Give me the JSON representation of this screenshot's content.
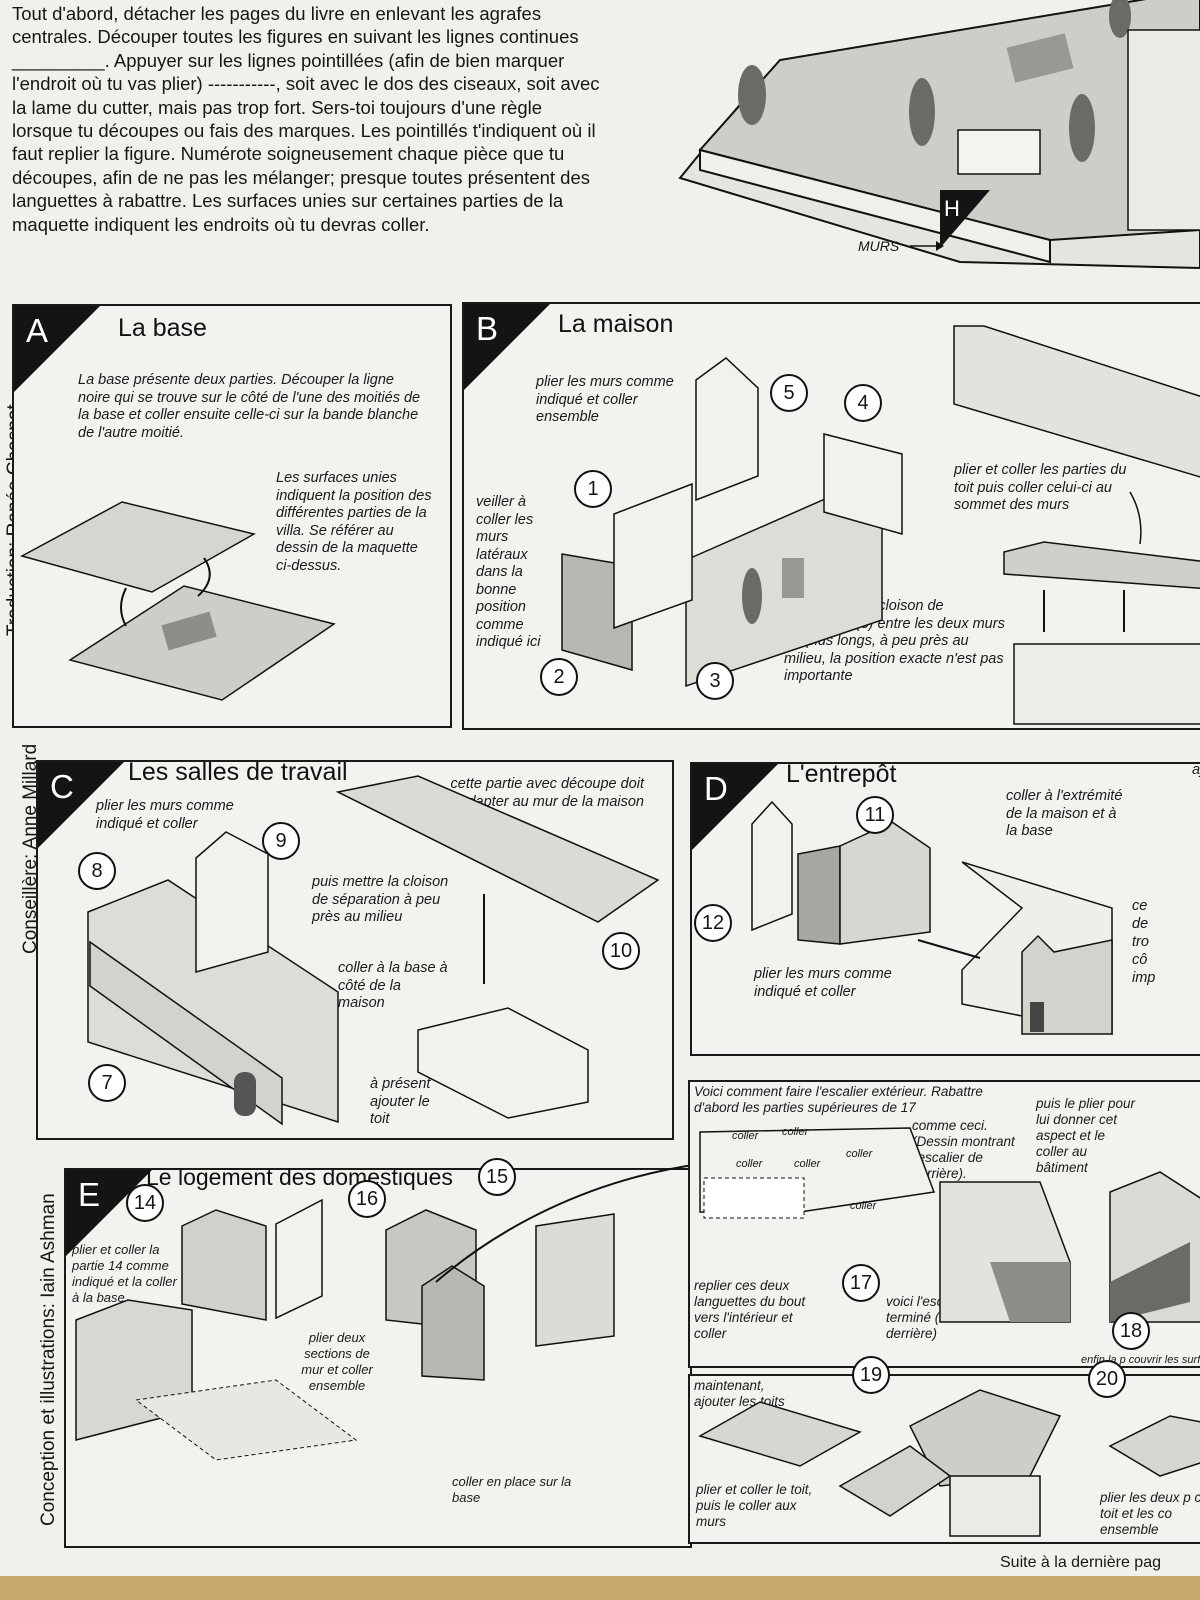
{
  "intro": {
    "text": "Tout d'abord, détacher les pages du livre en enlevant les agrafes centrales. Découper toutes les figures en suivant les lignes continues _________. Appuyer sur les lignes pointillées (afin de bien marquer l'endroit où tu vas plier) -----------, soit avec le dos des ciseaux, soit avec la lame du cutter, mais pas trop fort. Sers-toi toujours d'une règle lorsque tu découpes ou fais des marques. Les pointillés t'indiquent où il faut replier la figure. Numérote soigneusement chaque pièce que tu découpes, afin de ne pas les mélanger; presque toutes présentent des languettes à rabattre. Les surfaces unies sur certaines parties de la maquette indiquent les endroits où tu devras coller."
  },
  "header_illustration": {
    "label_murs": "MURS",
    "label_h": "H"
  },
  "credits": {
    "translation": "Traduction: Renée Chaspot",
    "advisor": "Conseillère: Anne Millard",
    "design": "Conception et illustrations: Iain Ashman"
  },
  "sections": {
    "A": {
      "letter": "A",
      "title": "La base",
      "note1": "La base présente deux parties. Découper la ligne noire qui se trouve sur le côté de l'une des moitiés de la base et coller ensuite celle-ci sur la bande blanche de l'autre moitié.",
      "note2": "Les surfaces unies indiquent la position des différentes parties de la villa. Se référer au dessin de la maquette ci-dessus."
    },
    "B": {
      "letter": "B",
      "title": "La maison",
      "note_fold": "plier les murs comme indiqué et coller ensemble",
      "note_side": "veiller à coller les murs latéraux dans la bonne position comme indiqué ici",
      "note_partition": "puis ajouter la cloison de séparation (5) entre les deux murs les plus longs, à peu près au milieu, la position exacte n'est pas importante",
      "note_roof": "plier et coller les parties du toit puis coller celui-ci au sommet des murs",
      "nums": [
        "1",
        "2",
        "3",
        "4",
        "5"
      ]
    },
    "C": {
      "letter": "C",
      "title": "Les salles de travail",
      "note_fold": "plier les murs comme indiqué et coller",
      "note_cutout": "cette partie avec découpe doit s'adapter au mur de la maison",
      "note_partition": "puis mettre la cloison de séparation à peu près au milieu",
      "note_base": "coller à la base à côté de la maison",
      "note_roof": "à présent ajouter le toit",
      "nums": [
        "7",
        "8",
        "9",
        "10"
      ]
    },
    "D": {
      "letter": "D",
      "title": "L'entrepôt",
      "note_end": "coller à l'extrémité de la maison et à la base",
      "note_fold": "plier les murs comme indiqué et coller",
      "note_cut_right": "aj",
      "note_edge": [
        "ce",
        "de",
        "tro",
        "cô",
        "imp"
      ],
      "nums": [
        "11",
        "12"
      ]
    },
    "E": {
      "letter": "E",
      "title": "Le logement des domestiques",
      "note_14": "plier et coller la partie 14 comme indiqué et la coller à la base",
      "note_sections": "plier deux sections de mur et coller ensemble",
      "note_place": "coller en place sur la base",
      "nums": [
        "14",
        "15",
        "16"
      ]
    },
    "stairs": {
      "note_intro": "Voici comment faire l'escalier extérieur. Rabattre d'abord les parties supérieures de 17",
      "note_like": "comme ceci. (Dessin montrant l'escalier de derrière).",
      "note_then": "puis le plier pour lui donner cet aspect et le coller au bâtiment",
      "note_tabs": "replier ces deux languettes du bout vers l'intérieur et coller",
      "note_done": "voici l'escalier terminé (de derrière)",
      "note_finally": "enfin la p couvrir les surface",
      "tag_coller": "coller",
      "nums": [
        "17",
        "18"
      ]
    },
    "roofs": {
      "note_now": "maintenant, ajouter les toits",
      "note_fold": "plier et coller le toit, puis le coller aux murs",
      "note_two": "plier les deux p ce toit et les co ensemble",
      "nums": [
        "19",
        "20"
      ]
    }
  },
  "footer": {
    "text": "Suite à la dernière pag"
  }
}
